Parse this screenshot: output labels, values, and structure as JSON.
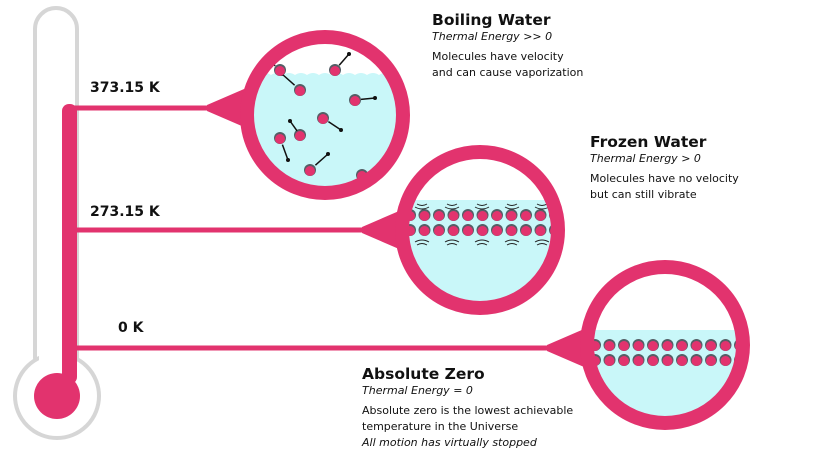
{
  "colors": {
    "accent": "#e2336e",
    "water": "#c9f7f9",
    "outline": "#d4d4d4",
    "molecule_edge": "#555e66"
  },
  "levels": [
    {
      "temp": "373.15 K",
      "title": "Boiling Water",
      "energy": "Thermal Energy >> 0",
      "desc": [
        "Molecules have velocity",
        "and can cause vaporization"
      ]
    },
    {
      "temp": "273.15 K",
      "title": "Frozen Water",
      "energy": "Thermal Energy > 0",
      "desc": [
        "Molecules have no velocity",
        "but can still vibrate"
      ]
    },
    {
      "temp": "0 K",
      "title": "Absolute Zero",
      "energy": "Thermal Energy = 0",
      "desc": [
        "Absolute zero is the lowest achievable",
        "temperature in the Universe"
      ],
      "note": "All motion has virtually stopped"
    }
  ]
}
